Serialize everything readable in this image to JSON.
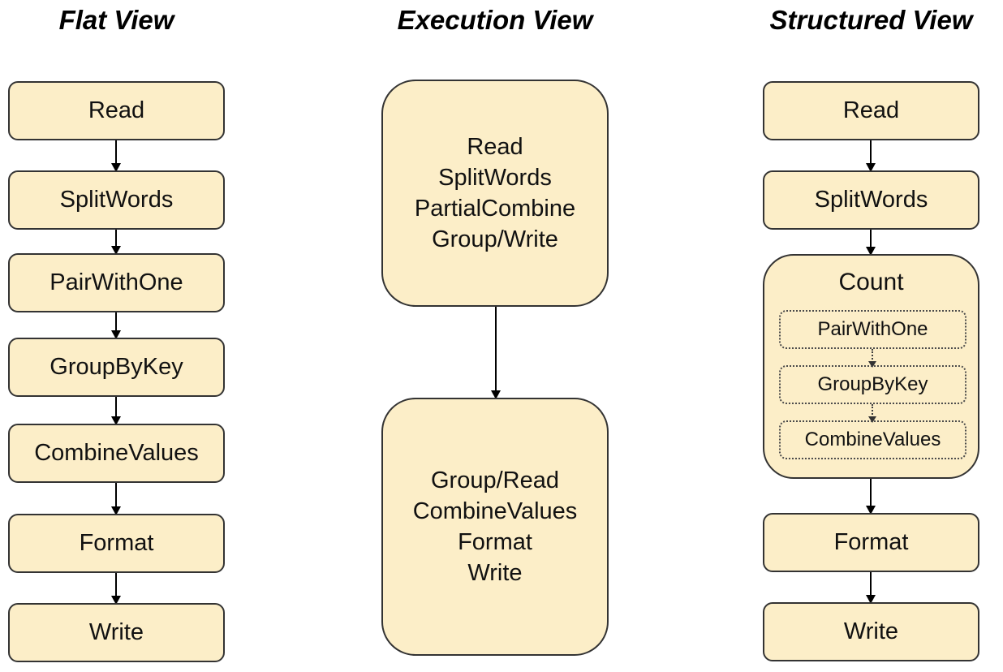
{
  "colors": {
    "box_fill": "#FCEEC8",
    "box_border": "#333333",
    "text": "#111111",
    "arrow": "#000000"
  },
  "flat": {
    "title": "Flat View",
    "nodes": [
      "Read",
      "SplitWords",
      "PairWithOne",
      "GroupByKey",
      "CombineValues",
      "Format",
      "Write"
    ]
  },
  "execution": {
    "title": "Execution View",
    "stage1_lines": [
      "Read",
      "SplitWords",
      "PartialCombine",
      "Group/Write"
    ],
    "stage2_lines": [
      "Group/Read",
      "CombineValues",
      "Format",
      "Write"
    ]
  },
  "structured": {
    "title": "Structured View",
    "node_read": "Read",
    "node_splitwords": "SplitWords",
    "composite": {
      "label": "Count",
      "children": [
        "PairWithOne",
        "GroupByKey",
        "CombineValues"
      ]
    },
    "node_format": "Format",
    "node_write": "Write"
  }
}
